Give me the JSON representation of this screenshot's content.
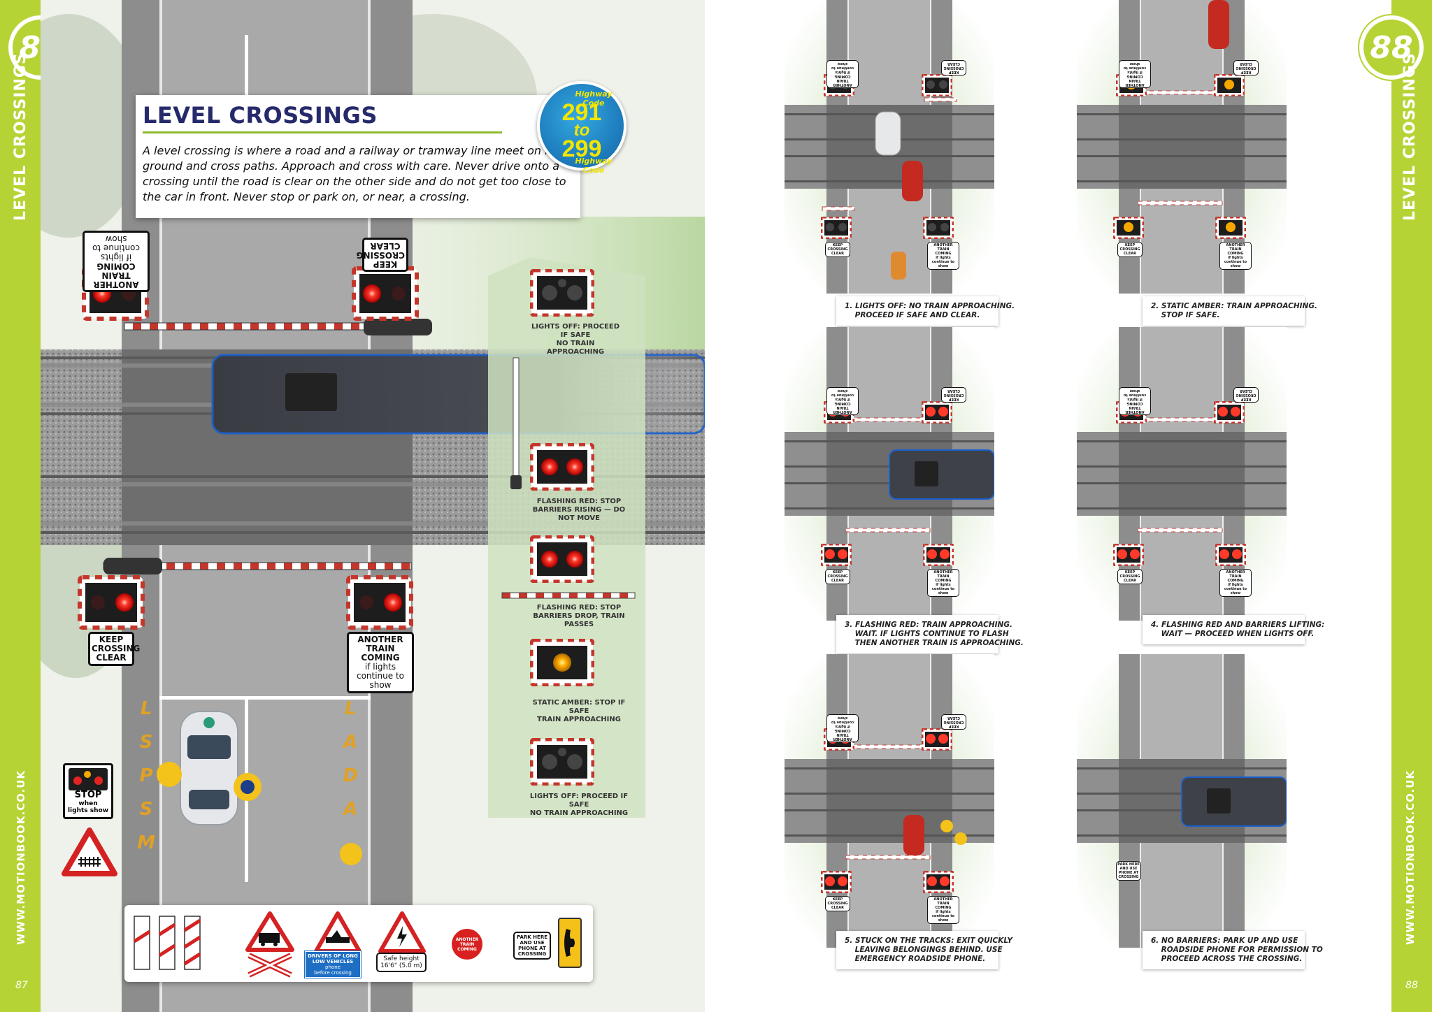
{
  "page_numbers": {
    "left": "87",
    "right": "88"
  },
  "side_labels": {
    "section": "LEVEL CROSSINGS",
    "website": "WWW.MOTIONBOOK.CO.UK"
  },
  "title": "LEVEL CROSSINGS",
  "highway_code_badge": {
    "from": "291",
    "to_word": "to",
    "to": "299",
    "ring_text": "Highway Code"
  },
  "intro": "A level crossing is where a road and a railway or tramway line meet on level ground and cross paths. Approach and cross with care. Never drive onto a crossing until the road is clear on the other side and do not get too close to the car in front. Never stop or park on, or near, a crossing.",
  "signs": {
    "keep_clear": [
      "KEEP",
      "CROSSING",
      "CLEAR"
    ],
    "another_train": [
      "ANOTHER TRAIN",
      "COMING",
      "if lights",
      "continue to show"
    ],
    "stop_when": [
      "STOP",
      "when",
      "lights show"
    ]
  },
  "road_letters": {
    "left": [
      "L",
      "S",
      "P",
      "S",
      "M"
    ],
    "right": [
      "L",
      "A",
      "D",
      "A"
    ]
  },
  "light_states": [
    {
      "caption": "LIGHTS OFF: PROCEED IF SAFE\nNO TRAIN APPROACHING",
      "lamps": "off"
    },
    {
      "caption": "FLASHING RED: STOP\nBARRIERS RISING — DO NOT MOVE",
      "lamps": "red"
    },
    {
      "caption": "FLASHING RED: STOP\nBARRIERS DROP, TRAIN PASSES",
      "lamps": "red"
    },
    {
      "caption": "STATIC AMBER: STOP IF SAFE\nTRAIN APPROACHING",
      "lamps": "amber"
    },
    {
      "caption": "LIGHTS OFF: PROCEED IF SAFE\nNO TRAIN APPROACHING",
      "lamps": "off"
    }
  ],
  "sign_strip": {
    "low_vehicles": [
      "DRIVERS OF LONG",
      "LOW VEHICLES",
      "phone",
      "before crossing"
    ],
    "safe_height": [
      "Safe height",
      "16'6\" (5.0 m)"
    ],
    "another_train_disc": [
      "ANOTHER",
      "TRAIN",
      "COMING"
    ],
    "park_here": [
      "PARK HERE",
      "AND USE",
      "PHONE AT",
      "CROSSING"
    ]
  },
  "panel_sign_text": {
    "keep_clear": [
      "KEEP",
      "CROSSING",
      "CLEAR"
    ],
    "another_train": [
      "ANOTHER TRAIN",
      "COMING",
      "if lights",
      "continue to show"
    ],
    "park_here": [
      "PARK HERE",
      "AND USE",
      "PHONE AT",
      "CROSSING"
    ]
  },
  "panels": [
    {
      "caption": "1. LIGHTS OFF: NO TRAIN APPROACHING.\n    PROCEED IF SAFE AND CLEAR.",
      "lamps": "off",
      "barrier": "up",
      "train": false
    },
    {
      "caption": "2. STATIC AMBER: TRAIN APPROACHING.\n    STOP IF SAFE.",
      "lamps": "amber",
      "barrier": "lowering",
      "train": false
    },
    {
      "caption": "3. FLASHING RED: TRAIN APPROACHING.\n    WAIT. IF LIGHTS CONTINUE TO FLASH\n    THEN ANOTHER TRAIN IS APPROACHING.",
      "lamps": "red",
      "barrier": "down",
      "train": true
    },
    {
      "caption": "4. FLASHING RED AND BARRIERS LIFTING:\n    WAIT — PROCEED WHEN LIGHTS OFF.",
      "lamps": "red",
      "barrier": "lifting",
      "train": false
    },
    {
      "caption": "5. STUCK ON THE TRACKS: EXIT QUICKLY\n    LEAVING BELONGINGS BEHIND. USE\n    EMERGENCY ROADSIDE PHONE.",
      "lamps": "red",
      "barrier": "down",
      "train": false
    },
    {
      "caption": "6. NO BARRIERS: PARK UP AND USE\n    ROADSIDE PHONE FOR PERMISSION TO\n    PROCEED ACROSS THE CROSSING.",
      "lamps": "none",
      "barrier": "none",
      "train": true
    }
  ],
  "colors": {
    "accent_green": "#b5d334",
    "title_navy": "#262a6b",
    "badge_blue": "#1a78c2",
    "lamp_red": "#e52421",
    "lamp_amber": "#f6a800",
    "road_grey": "#8a8a8a"
  }
}
